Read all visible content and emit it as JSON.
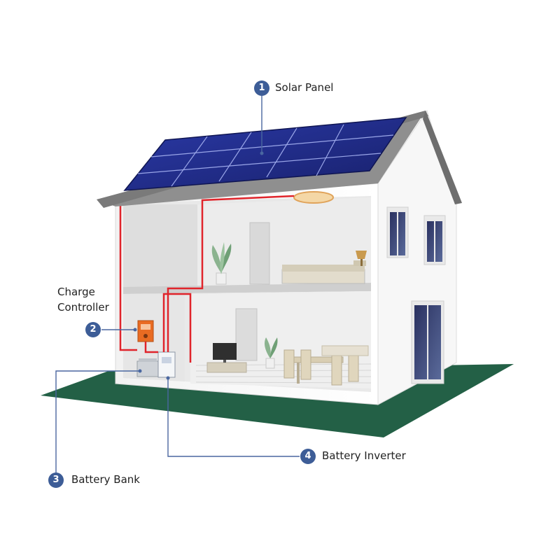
{
  "colors": {
    "badge": "#3d5d97",
    "leader_line": "#4a67a0",
    "wire": "#e0242b",
    "ground": "#236046",
    "panel": "#1f2a8c",
    "roof": "#8e8e8e"
  },
  "callouts": [
    {
      "number": "1",
      "label": "Solar Panel"
    },
    {
      "number": "2",
      "label": "Charge Controller"
    },
    {
      "number": "3",
      "label": "Battery Bank"
    },
    {
      "number": "4",
      "label": "Battery Inverter"
    }
  ]
}
